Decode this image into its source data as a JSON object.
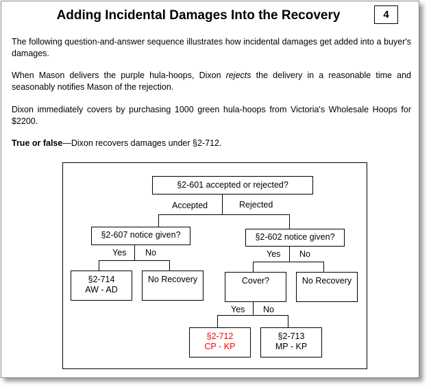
{
  "title": "Adding Incidental Damages Into the Recovery",
  "slide_number": "4",
  "paragraphs": {
    "p1": "The following question-and-answer sequence illustrates how incidental damages get added into a buyer's damages.",
    "p2_a": "When Mason delivers the purple hula-hoops, Dixon ",
    "p2_em": "rejects",
    "p2_b": " the delivery in a reasonable time and seasonably notifies Mason of the rejection.",
    "p3": "Dixon immediately covers by purchasing 1000 green hula-hoops from Victoria's Wholesale Hoops for $2200.",
    "p4_bold": "True or false",
    "p4_rest": "—Dixon recovers damages under §2-712."
  },
  "diagram": {
    "root": "§2-601 accepted or rejected?",
    "accepted": "Accepted",
    "rejected": "Rejected",
    "left_q": "§2-607 notice given?",
    "right_q": "§2-602 notice given?",
    "yes": "Yes",
    "no": "No",
    "box_714_a": "§2-714",
    "box_714_b": "AW  -  AD",
    "no_recovery": "No Recovery",
    "cover": "Cover?",
    "box_712_a": "§2-712",
    "box_712_b": "CP  -  KP",
    "box_713_a": "§2-713",
    "box_713_b": "MP - KP",
    "highlight_color": "#ff0000"
  }
}
